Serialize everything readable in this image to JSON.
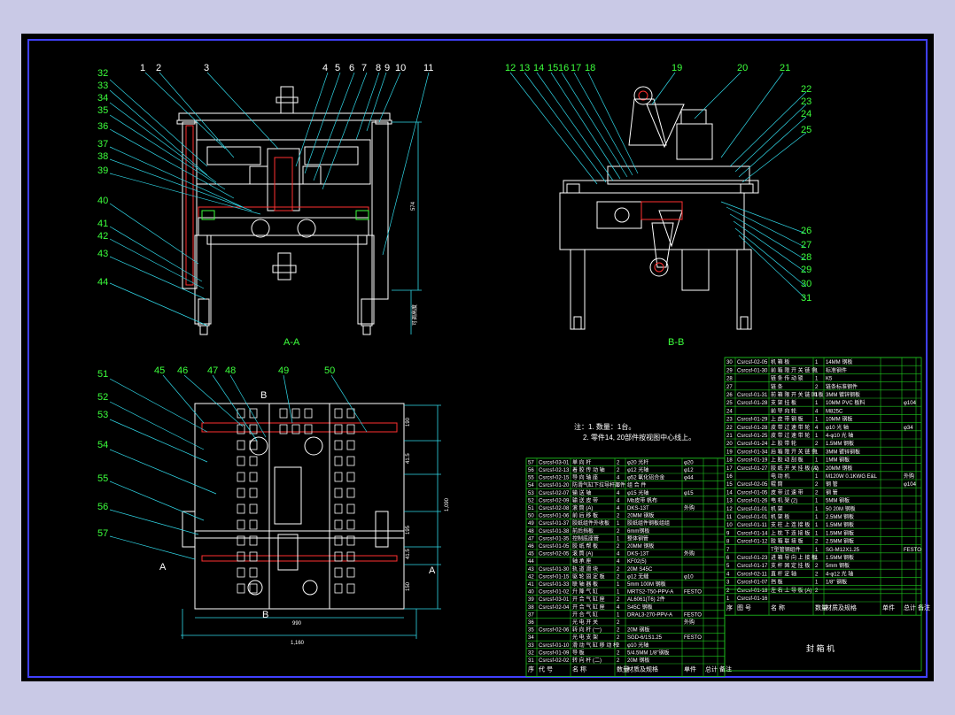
{
  "colors": {
    "background": "#c9c9e6",
    "sheet": "#000000",
    "frame": "#4040ff",
    "line_white": "#ffffff",
    "leader_cyan": "#30d8e8",
    "dimension": "#30d8e8",
    "label_green": "#3cff3c",
    "hatch_red": "#ff3030",
    "table_green": "#1ec81e",
    "blue_link": "#3a6cff"
  },
  "views": {
    "aa_caption": "A-A",
    "bb_caption": "B-B",
    "aa_dim_height": "574",
    "aa_dim_side": "可调高度",
    "top_dims": {
      "d190": "190",
      "d415": "41.5",
      "d195": "195",
      "d415b": "41.5",
      "d150": "150",
      "d1090": "1,090",
      "d990": "990",
      "d1160": "1,160"
    },
    "section_markers": {
      "b_top": "B",
      "b_bottom": "B",
      "a_left": "A",
      "a_right": "A"
    }
  },
  "callouts_aa": [
    "32",
    "33",
    "34",
    "35",
    "36",
    "37",
    "38",
    "39",
    "40",
    "41",
    "42",
    "43",
    "44",
    "1",
    "2",
    "3",
    "4",
    "5",
    "6",
    "7",
    "8",
    "9",
    "10",
    "11"
  ],
  "callouts_bb": [
    "12",
    "13",
    "14",
    "15",
    "16",
    "17",
    "18",
    "19",
    "20",
    "21",
    "22",
    "23",
    "24",
    "25",
    "26",
    "27",
    "28",
    "29",
    "30",
    "31"
  ],
  "callouts_top": [
    "51",
    "52",
    "53",
    "54",
    "55",
    "56",
    "57",
    "45",
    "46",
    "47",
    "48",
    "49",
    "50"
  ],
  "notes": {
    "line1": "注：1. 数量：1台。",
    "line2": "2. 零件14, 20部件按视图中心线上。"
  },
  "bom_left": {
    "rows": [
      [
        "57",
        "Csrcsf-03-01",
        "单 向 杆",
        "2",
        "φ20 光杆",
        "φ20",
        ""
      ],
      [
        "56",
        "Csrcsf-02-13",
        "着 胶 传 动 轴",
        "2",
        "φ12 光轴",
        "φ12",
        ""
      ],
      [
        "55",
        "Csrcsf-02-15",
        "导 向 轴 座",
        "4",
        "φ52 氧化铝合金",
        "φ44",
        ""
      ],
      [
        "54",
        "Csrcsf-01-20",
        "防滑气缸下拉导杆部件",
        "1",
        "组 合 件",
        "",
        ""
      ],
      [
        "53",
        "Csrcsf-02-07",
        "输 送 轴",
        "4",
        "φ15 光轴",
        "φ15",
        ""
      ],
      [
        "52",
        "Csrcsf-02-09",
        "输 送 皮 带",
        "4",
        "Mb皮带  帆布",
        "",
        ""
      ],
      [
        "51",
        "Csrcsf-02-08",
        "滚 筒 (A)",
        "4",
        "DKS-13T",
        "外购",
        ""
      ],
      [
        "50",
        "Csrcsf-01-06",
        "前 后 移 板",
        "2",
        "20MM 钢板",
        "",
        ""
      ],
      [
        "49",
        "Csrcsf-01-37",
        "胶纸组件外收板",
        "1",
        "胶纸组件钢板组组",
        "",
        ""
      ],
      [
        "48",
        "Csrcsf-01-38",
        "前后挡板",
        "2",
        "6mm钢板",
        "",
        ""
      ],
      [
        "47",
        "Csrcsf-01-35",
        "控制底座管",
        "1",
        "整体钢管",
        "",
        ""
      ],
      [
        "46",
        "Csrcsf-01-05",
        "胶 纸 帮 板",
        "2",
        "20MM 钢板",
        "",
        ""
      ],
      [
        "45",
        "Csrcsf-02-05",
        "滚 筒 (A)",
        "4",
        "DKS-13T",
        "外购",
        ""
      ],
      [
        "44",
        "",
        "轴 承 座",
        "4",
        "KF02(5)",
        "",
        ""
      ],
      [
        "43",
        "Csrcsf-01-30",
        "轨 道 滑 块",
        "2",
        "20M  S45C",
        "",
        ""
      ],
      [
        "42",
        "Csrcsf-01-15",
        "驱 轮 固 定 板",
        "2",
        "φ12 无缝",
        "φ10",
        ""
      ],
      [
        "41",
        "Csrcsf-01-33",
        "联 轴 器 板",
        "1",
        "5mm 100M 钢板",
        "",
        ""
      ],
      [
        "40",
        "Csrcsf-01-02",
        "升 降 气 缸",
        "1",
        "MRTS2-T50-PPV-A",
        "FESTO",
        ""
      ],
      [
        "39",
        "Csrcsf-03-01",
        "开 合 气 缸 座",
        "2",
        "AL6061(T6) 2件",
        "",
        ""
      ],
      [
        "38",
        "Csrcsf-02-04",
        "开 合 气 缸 座",
        "4",
        "S45C  钢板",
        "",
        ""
      ],
      [
        "37",
        "",
        "开 合 气 缸",
        "1",
        "DRAL3-270-PPV-A",
        "FESTO",
        ""
      ],
      [
        "36",
        "",
        "光 电 开 关",
        "2",
        "",
        "外购",
        ""
      ],
      [
        "35",
        "Csrcsf-02-06",
        "转 向 杆 (一)",
        "2",
        "20M 钢板",
        "",
        ""
      ],
      [
        "34",
        "",
        "光 电 支 架",
        "2",
        "SGD-6/1S1.25",
        "FESTO",
        ""
      ],
      [
        "33",
        "Csrcsf-01-10",
        "滑 动 气 缸 移 动 杆",
        "2",
        "φ10 光轴",
        "",
        ""
      ],
      [
        "32",
        "Csrcsf-01-09",
        "导 板",
        "2",
        "5/4.5MM  1/8\"钢板",
        "",
        ""
      ],
      [
        "31",
        "Csrcsf-02-02",
        "转 向 杆 (二)",
        "2",
        "20M 钢板",
        "",
        ""
      ]
    ],
    "header": [
      "序",
      "代  号",
      "名  称",
      "数量",
      "材质及规格",
      "单件",
      "总计",
      "备注"
    ],
    "header_sub": "重量"
  },
  "bom_right": {
    "rows": [
      [
        "30",
        "Csrcsf-02-05",
        "机 箱 板",
        "1",
        "14MM 钢板",
        "",
        ""
      ],
      [
        "29",
        "Csrcsf-01-30",
        "前 箱 限 开 关 链 条",
        "1",
        "标准钢件",
        "",
        ""
      ],
      [
        "28",
        "",
        "链 条 传 动 锁",
        "1",
        "K5",
        "",
        ""
      ],
      [
        "27",
        "",
        "链 条",
        "2",
        "链条标准钢件",
        "",
        ""
      ],
      [
        "26",
        "Csrcsf-01-31",
        "前 箱 限 开 关 链 固 板",
        "1",
        "3MM  镀锌钢板",
        "",
        ""
      ],
      [
        "25",
        "Csrcsf-01-28",
        "支 架 挂 板",
        "1",
        "10MM PVC 板料",
        "",
        "φ104"
      ],
      [
        "24",
        "",
        "前 导 向 轮",
        "4",
        "M825C",
        "",
        ""
      ],
      [
        "23",
        "Csrcsf-01-29",
        "上 皮 带 钢 板",
        "1",
        "10MM 钢板",
        "",
        ""
      ],
      [
        "22",
        "Csrcsf-01-28",
        "皮 带 过 速 带 轮",
        "4",
        "φ10 光 轴",
        "",
        "φ34"
      ],
      [
        "21",
        "Csrcsf-01-25",
        "皮 带 过 速 带 轮",
        "1",
        "4-φ10 光 轴",
        "",
        ""
      ],
      [
        "20",
        "Csrcsf-01-24",
        "上 胶 带 轮",
        "2",
        "1.5MM 钢板",
        "",
        ""
      ],
      [
        "19",
        "Csrcsf-01-34",
        "后 箱 限 开 关 链 条",
        "1",
        "3MM  镀锌钢板",
        "",
        ""
      ],
      [
        "18",
        "Csrcsf-01-19",
        "上 胶 动 刮 板",
        "1",
        "1MM 钢板",
        "",
        ""
      ],
      [
        "17",
        "Csrcsf-01-27",
        "胶 纸 开 关 挂 板 (A)",
        "2",
        "20MM 钢板",
        "",
        ""
      ],
      [
        "16",
        "",
        "电 动 机",
        "1",
        "M120W 0.1KWG E&L",
        "",
        "外购"
      ],
      [
        "15",
        "Csrcsf-02-05",
        "辊 筒",
        "2",
        "钢 管",
        "",
        "φ104"
      ],
      [
        "14",
        "Csrcsf-01-05",
        "皮 带 过 速 带",
        "2",
        "钢 管",
        "",
        ""
      ],
      [
        "13",
        "Csrcsf-01-26",
        "电 机 架 (2)",
        "1",
        "5MM 钢板",
        "",
        ""
      ],
      [
        "12",
        "Csrcsf-01-01",
        "机 架",
        "1",
        "50 20M 钢板",
        "",
        ""
      ],
      [
        "11",
        "Csrcsf-01-01",
        "机 架 板",
        "1",
        "2.5MM 钢板",
        "",
        ""
      ],
      [
        "10",
        "Csrcsf-01-11",
        "支 柱 上 连 接 板",
        "1",
        "1.5MM 钢板",
        "",
        ""
      ],
      [
        "9",
        "Csrcsf-01-14",
        "上 枕 下 连 接 板",
        "1",
        "1.5MM 钢板",
        "",
        ""
      ],
      [
        "8",
        "Csrcsf-01-12",
        "胶 箱 联 接 板",
        "2",
        "2.5MM 钢板",
        "",
        ""
      ],
      [
        "7",
        "",
        "T型管钢组件",
        "1",
        "SG-M12X1.25",
        "",
        "FESTO"
      ],
      [
        "6",
        "Csrcsf-01-23",
        "进 箱 导 向 上 接 板",
        "1",
        "1.5MM 钢板",
        "",
        ""
      ],
      [
        "5",
        "Csrcsf-01-17",
        "支 杆 固 定 挂 板",
        "2",
        "5mm 钢板",
        "",
        ""
      ],
      [
        "4",
        "Csrcsf-02-11",
        "直 杆 定 轴",
        "2",
        "4-φ12 光 轴",
        "",
        ""
      ],
      [
        "3",
        "Csrcsf-01-07",
        "挡 板",
        "1",
        "1/8\" 钢板",
        "",
        ""
      ],
      [
        "2",
        "Csrcsf-01-18",
        "左 右 上 导 板 (A)",
        "2",
        "",
        "",
        ""
      ],
      [
        "1",
        "Csrcsf-01-16",
        "",
        "",
        "",
        "",
        ""
      ]
    ],
    "header": [
      "序",
      "图  号",
      "名  称",
      "数量",
      "材质及规格",
      "单件",
      "总计",
      "备注"
    ],
    "header_sub": "重量"
  },
  "title_block": {
    "title": "封 箱 机"
  }
}
